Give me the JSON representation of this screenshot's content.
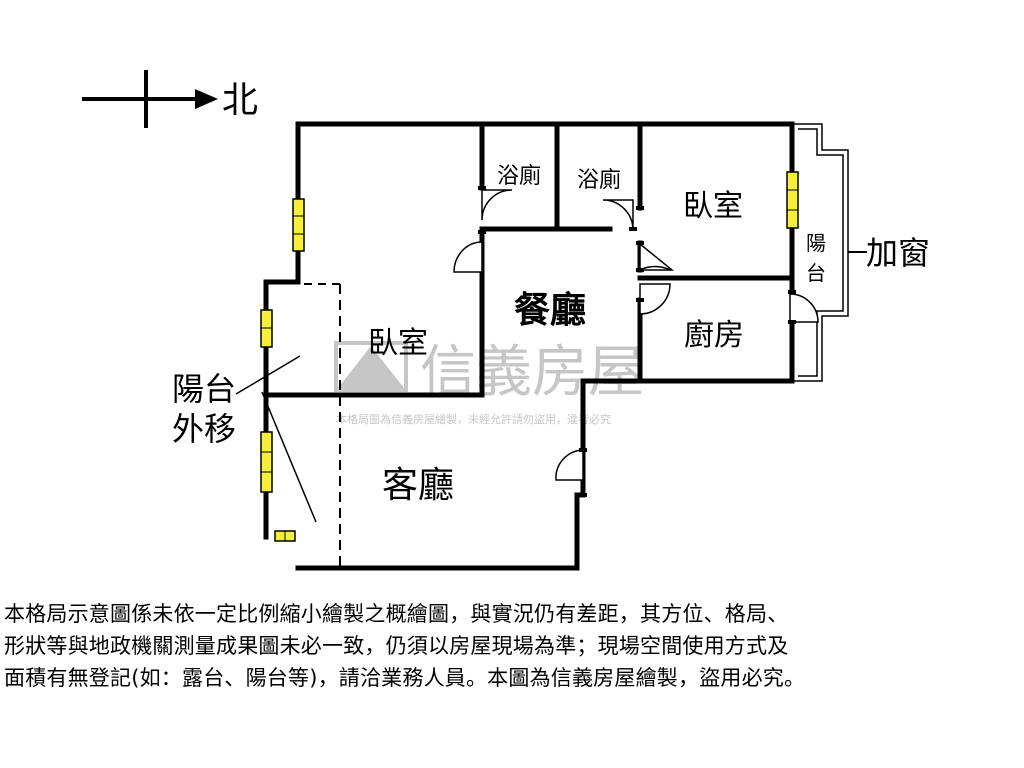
{
  "compass": {
    "north_label": "北"
  },
  "rooms": {
    "bath1": "浴廁",
    "bath2": "浴廁",
    "bedroom_ne": "臥室",
    "dining": "餐廳",
    "bedroom_w": "臥室",
    "kitchen": "廚房",
    "living": "客廳"
  },
  "balcony_e": {
    "char1": "陽",
    "char2": "台",
    "note": "加窗"
  },
  "balcony_w": {
    "line1": "陽台",
    "line2": "外移"
  },
  "watermark": {
    "brand": "信義房屋",
    "subtext": "本格局圖為信義房屋繪製，未經允許請勿盜用，違者必究"
  },
  "disclaimer": {
    "line1": "本格局示意圖係未依一定比例縮小繪製之概繪圖，與實況仍有差距，其方位、格局、",
    "line2": "形狀等與地政機關測量成果圖未必一致，仍須以房屋現場為準；現場空間使用方式及",
    "line3": "面積有無登記(如：露台、陽台等)，請洽業務人員。本圖為信義房屋繪製，盜用必究。"
  },
  "colors": {
    "wall": "#000000",
    "window_fill": "#f5ef3a",
    "watermark": "#b9b9b9"
  }
}
